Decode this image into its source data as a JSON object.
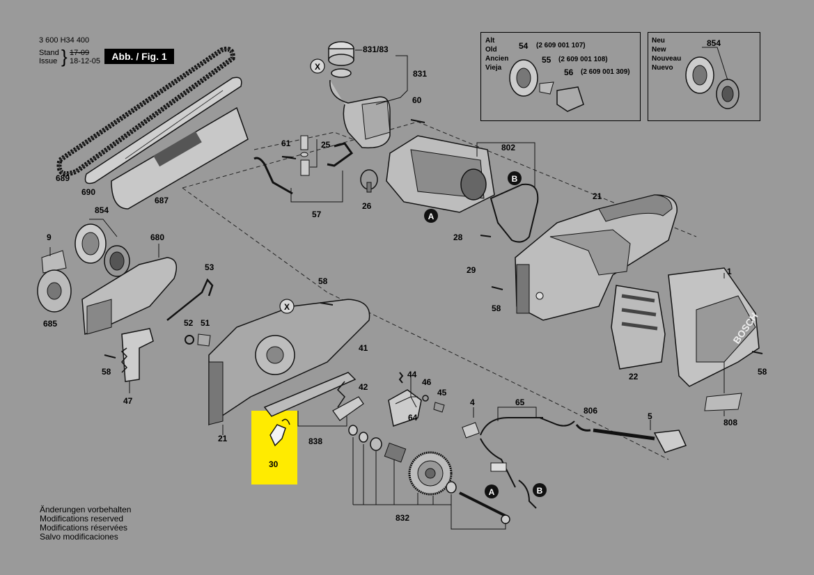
{
  "header": {
    "doc_number": "3 600 H34 400",
    "stand_label": "Stand",
    "issue_label": "Issue",
    "old_date": "17-09",
    "new_date": "18-12-05",
    "figure_label": "Abb. / Fig. 1"
  },
  "alt_box": {
    "languages": [
      "Alt",
      "Old",
      "Ancien",
      "Vieja"
    ],
    "parts": [
      {
        "number": "54",
        "code": "(2 609 001 107)"
      },
      {
        "number": "55",
        "code": "(2 609 001 108)"
      },
      {
        "number": "56",
        "code": "(2 609 001 309)"
      }
    ]
  },
  "neu_box": {
    "languages": [
      "Neu",
      "New",
      "Nouveau",
      "Nuevo"
    ],
    "part_number": "854"
  },
  "brand_text": "BOSCH",
  "callouts": {
    "p831_83": "831/83",
    "p831": "831",
    "p60": "60",
    "p802": "802",
    "p61": "61",
    "p25": "25",
    "p26": "26",
    "p57": "57",
    "p689": "689",
    "p690": "690",
    "p687": "687",
    "p854": "854",
    "p9": "9",
    "p680": "680",
    "p685": "685",
    "p53": "53",
    "p52": "52",
    "p51": "51",
    "p58a": "58",
    "p58b": "58",
    "p58c": "58",
    "p58d": "58",
    "p47": "47",
    "p21a": "21",
    "p21b": "21",
    "p28": "28",
    "p29": "29",
    "p1": "1",
    "p22": "22",
    "p41": "41",
    "p42": "42",
    "p44": "44",
    "p46": "46",
    "p45": "45",
    "p64": "64",
    "p838": "838",
    "p30": "30",
    "p4": "4",
    "p65": "65",
    "p806": "806",
    "p5": "5",
    "p808": "808",
    "p832": "832"
  },
  "markers": {
    "x": "X",
    "a": "A",
    "b": "B"
  },
  "notes": [
    "Änderungen vorbehalten",
    "Modifications reserved",
    "Modifications réservées",
    "Salvo modificaciones"
  ],
  "colors": {
    "background": "#9a9a9a",
    "highlight": "#ffeb00"
  }
}
